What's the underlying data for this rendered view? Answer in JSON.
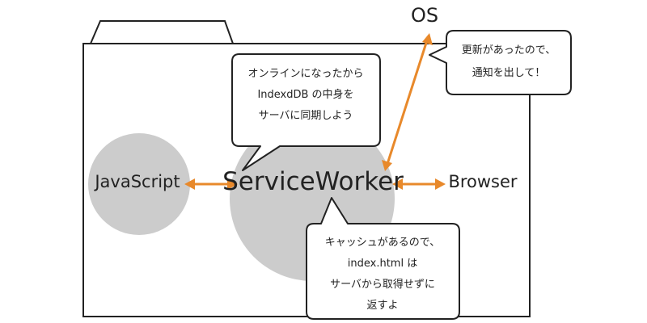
{
  "colors": {
    "arrow": "#e8892b",
    "circle": "#cccccc",
    "outline": "#222222"
  },
  "nodes": {
    "javascript": "JavaScript",
    "service_worker": "ServiceWorker",
    "browser": "Browser",
    "os": "OS"
  },
  "bubbles": {
    "sync": {
      "lines": [
        "オンラインになったから",
        "IndexdDB の中身を",
        "サーバに同期しよう"
      ]
    },
    "os_notice": {
      "lines": [
        "更新があったので、",
        "通知を出して！"
      ]
    },
    "cache": {
      "lines": [
        "キャッシュがあるので、",
        "index.html は",
        "サーバから取得せずに",
        "返すよ"
      ]
    }
  }
}
